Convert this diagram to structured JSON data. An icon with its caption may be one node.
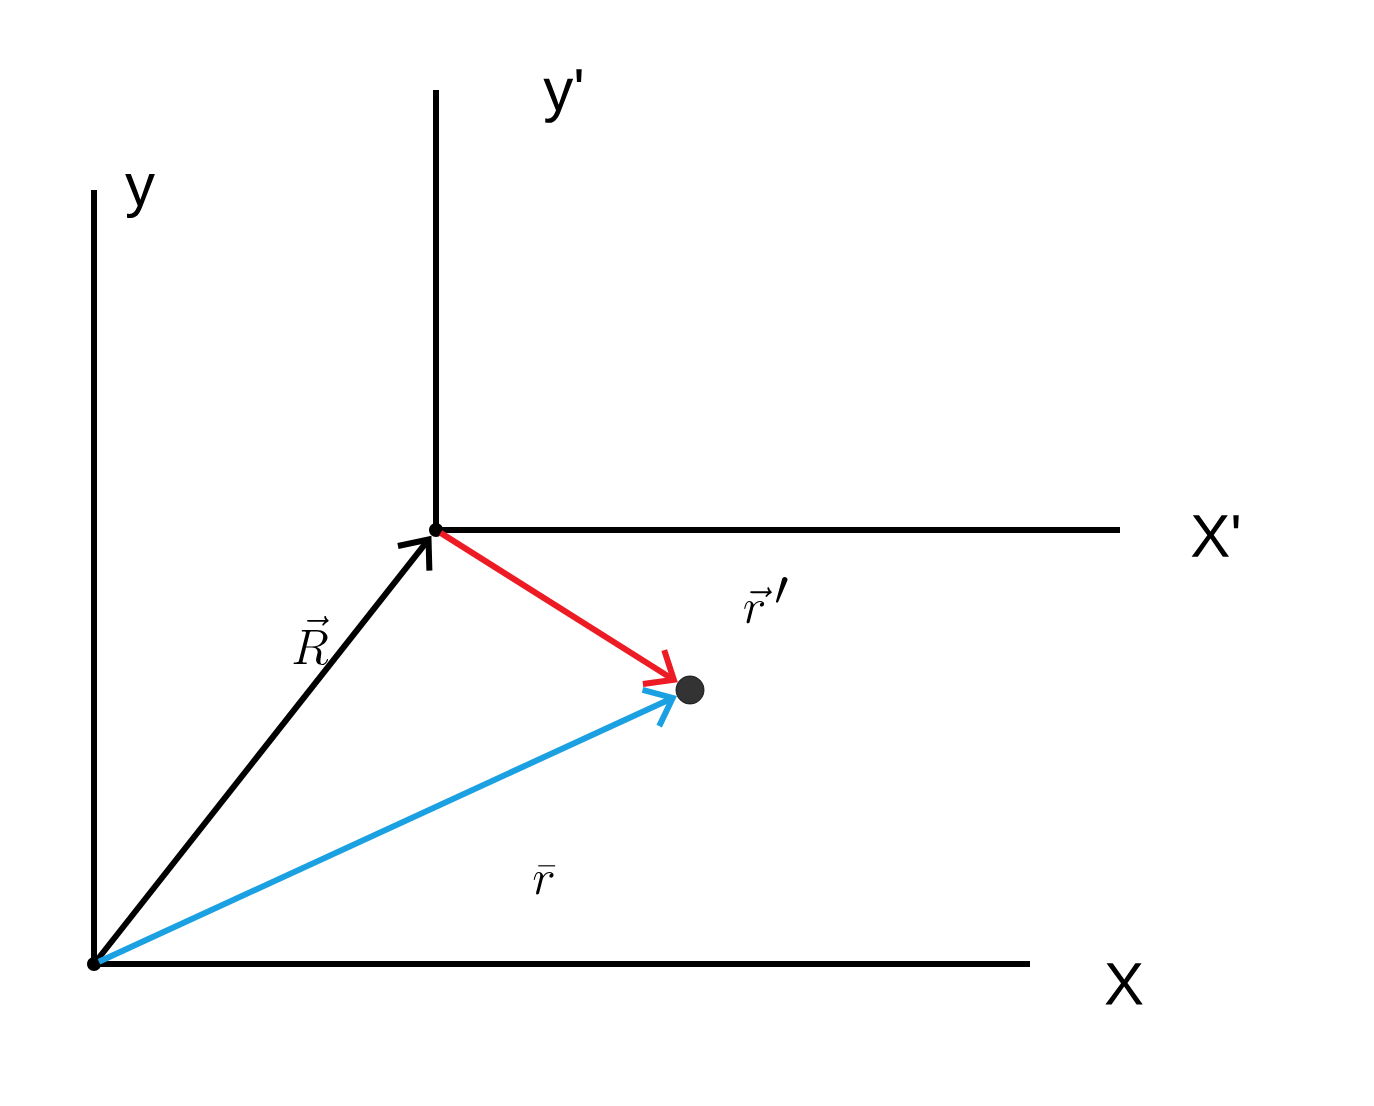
{
  "diagram": {
    "nodes": [
      {
        "text": [],
        "shape": "point"
      },
      {
        "text": [],
        "shape": "point"
      },
      {
        "text": [],
        "shape": "circle"
      }
    ],
    "edges": [
      {
        "from": 0,
        "to": 1,
        "arrow": "to",
        "label": "\\vec{R}",
        "color": "#000000"
      },
      {
        "from": 1,
        "to": 2,
        "arrow": "to",
        "label": "\\vec{r}\\,'",
        "color": "#ed1c24"
      },
      {
        "from": 0,
        "to": 2,
        "arrow": "to",
        "label": "\\bar{r}",
        "color": "#1ba1e2"
      }
    ],
    "labels": [
      "y",
      "y'",
      "X'",
      "X"
    ]
  }
}
